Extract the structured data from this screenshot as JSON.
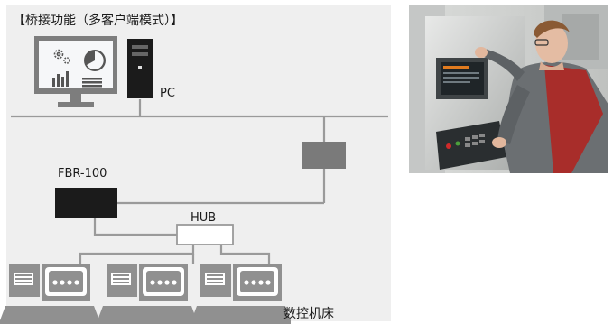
{
  "diagram": {
    "title": "【桥接功能（多客户端模式）】",
    "pc_label": "PC",
    "bridge_label": "FBR-100",
    "hub_label": "HUB",
    "machines_label": "数控机床",
    "colors": {
      "panel_bg": "#efefef",
      "line": "#9a9a9a",
      "device_dark": "#1b1b1b",
      "switch_gray": "#7a7a7a",
      "cnc_gray": "#909090",
      "cnc_screen": "#ffffff",
      "monitor_screen": "#f6f7f9",
      "monitor_frame": "#7d7d7d"
    },
    "icons": [
      "gears-icon",
      "pie-chart-icon",
      "bar-chart-icon",
      "list-lines-icon",
      "pc-tower-icon",
      "cnc-controller-icon"
    ]
  }
}
